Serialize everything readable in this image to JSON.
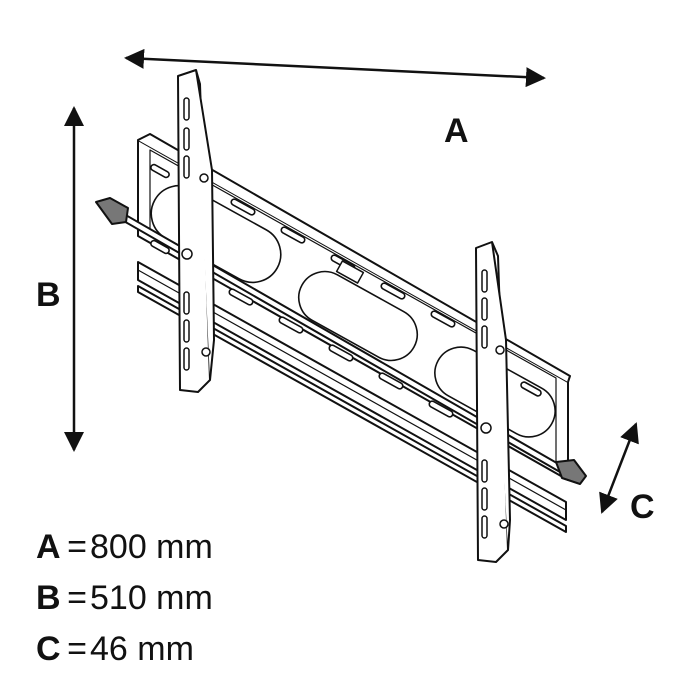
{
  "labels": {
    "a": "A",
    "b": "B",
    "c": "C"
  },
  "legend": [
    {
      "key": "A",
      "eq": "=",
      "value": "800 mm"
    },
    {
      "key": "B",
      "eq": "=",
      "value": "510 mm"
    },
    {
      "key": "C",
      "eq": "=",
      "value": "46 mm"
    }
  ]
}
